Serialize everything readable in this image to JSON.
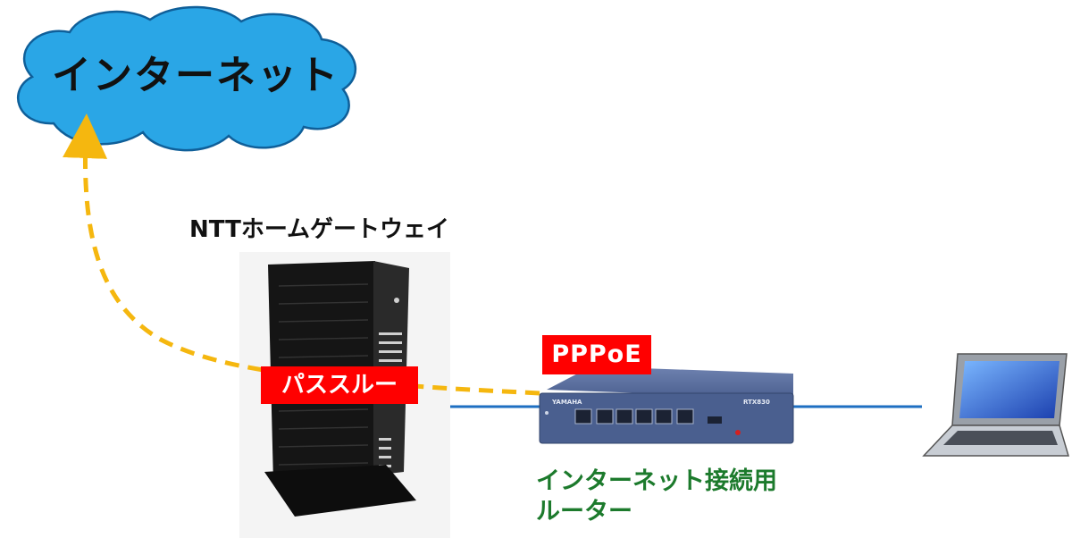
{
  "cloud": {
    "label": "インターネット",
    "fill": "#2aa6e6",
    "stroke": "#0f5f99"
  },
  "gateway": {
    "title": "NTTホームゲートウェイ",
    "body_color": "#1f1f1f"
  },
  "tags": {
    "passthrough": "パススルー",
    "pppoe": "PPPoE",
    "color": "#ff0000"
  },
  "router": {
    "brand": "YAMAHA",
    "model": "RTX830",
    "caption_line1": "インターネット接続用",
    "caption_line2": "ルーター",
    "caption_color": "#1c7a2c",
    "body_color": "#4a5f8f"
  },
  "links": {
    "lan_color": "#1e6fc2",
    "passthrough_path_color": "#f5b70f"
  }
}
